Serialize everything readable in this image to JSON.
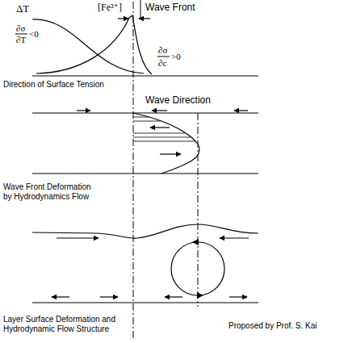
{
  "diagram": {
    "labels": [
      "ΔT",
      "[Fe³⁺]",
      "Wave Front",
      "∂σ",
      "∂T",
      "<0",
      "∂σ",
      "∂c",
      ">0",
      "Direction of Surface Tension",
      "Wave Direction",
      "Wave Front Deformation by Hydrodynamics Flow",
      "Layer Surface Deformation and Hydrodynamic Flow Structure",
      "Proposed by Prof. S. Kai"
    ]
  }
}
